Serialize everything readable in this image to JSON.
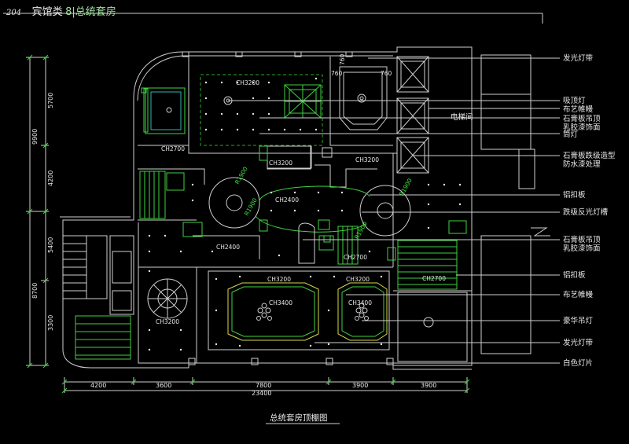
{
  "header": {
    "page_no": "204",
    "category": "宾馆类",
    "subtitle": "8|总统套房"
  },
  "caption": "总统套房顶棚图",
  "callouts": [
    "发光灯带",
    "吸顶灯",
    "布艺帷幔",
    "石膏板吊顶",
    "乳胶漆饰面",
    "筒灯",
    "石膏板跌级造型",
    "防水漆处理",
    "铝扣板",
    "跌级反光灯槽",
    "石膏板吊顶",
    "乳胶漆饰面",
    "铝扣板",
    "布艺帷幔",
    "豪华吊灯",
    "发光灯带",
    "白色灯片"
  ],
  "room_labels": {
    "elevator": "电梯间",
    "ch_main": "CH3200",
    "ch_left": "CH2700",
    "ch_mid1": "CH3200",
    "ch_mid2": "CH3200",
    "ch_circle": "CH2400",
    "ch_lower": "CH2400",
    "ch_small": "CH2700",
    "ch_right": "CH2700",
    "ch_b1": "CH3200",
    "ch_b2": "CH3200",
    "ch_b3": "CH3400",
    "ch_b4": "CH3400",
    "ch_bl": "CH3200",
    "r1": "R1900",
    "r2": "R1900",
    "r3": "R1900",
    "r4": "R1900",
    "d760a": "760",
    "d760b": "760",
    "d760c": "760"
  },
  "dims_bottom": [
    "4200",
    "3600",
    "7800",
    "3900",
    "3900"
  ],
  "dim_total": "23400",
  "dims_left_inner": [
    "5700",
    "4200",
    "5400",
    "3300"
  ],
  "dims_left_outer": [
    "9900",
    "8700"
  ]
}
